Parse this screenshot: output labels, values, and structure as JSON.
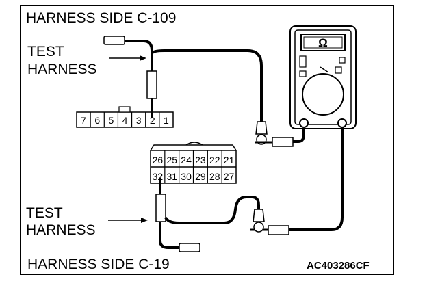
{
  "labels": {
    "top_title": "HARNESS SIDE C-109",
    "bottom_title": "HARNESS SIDE C-19",
    "test_harness_top_line1": "TEST",
    "test_harness_top_line2": "HARNESS",
    "test_harness_bottom_line1": "TEST",
    "test_harness_bottom_line2": "HARNESS",
    "figure_ref": "AC403286CF",
    "meter_symbol": "Ω"
  },
  "connector_c109": {
    "pins": [
      "7",
      "6",
      "5",
      "4",
      "3",
      "2",
      "1"
    ]
  },
  "connector_c19": {
    "top_row": [
      "26",
      "25",
      "24",
      "23",
      "22",
      "21"
    ],
    "bottom_row": [
      "32",
      "31",
      "30",
      "29",
      "28",
      "27"
    ]
  },
  "icons": {
    "meter": "multimeter-icon",
    "probe": "probe-icon"
  }
}
